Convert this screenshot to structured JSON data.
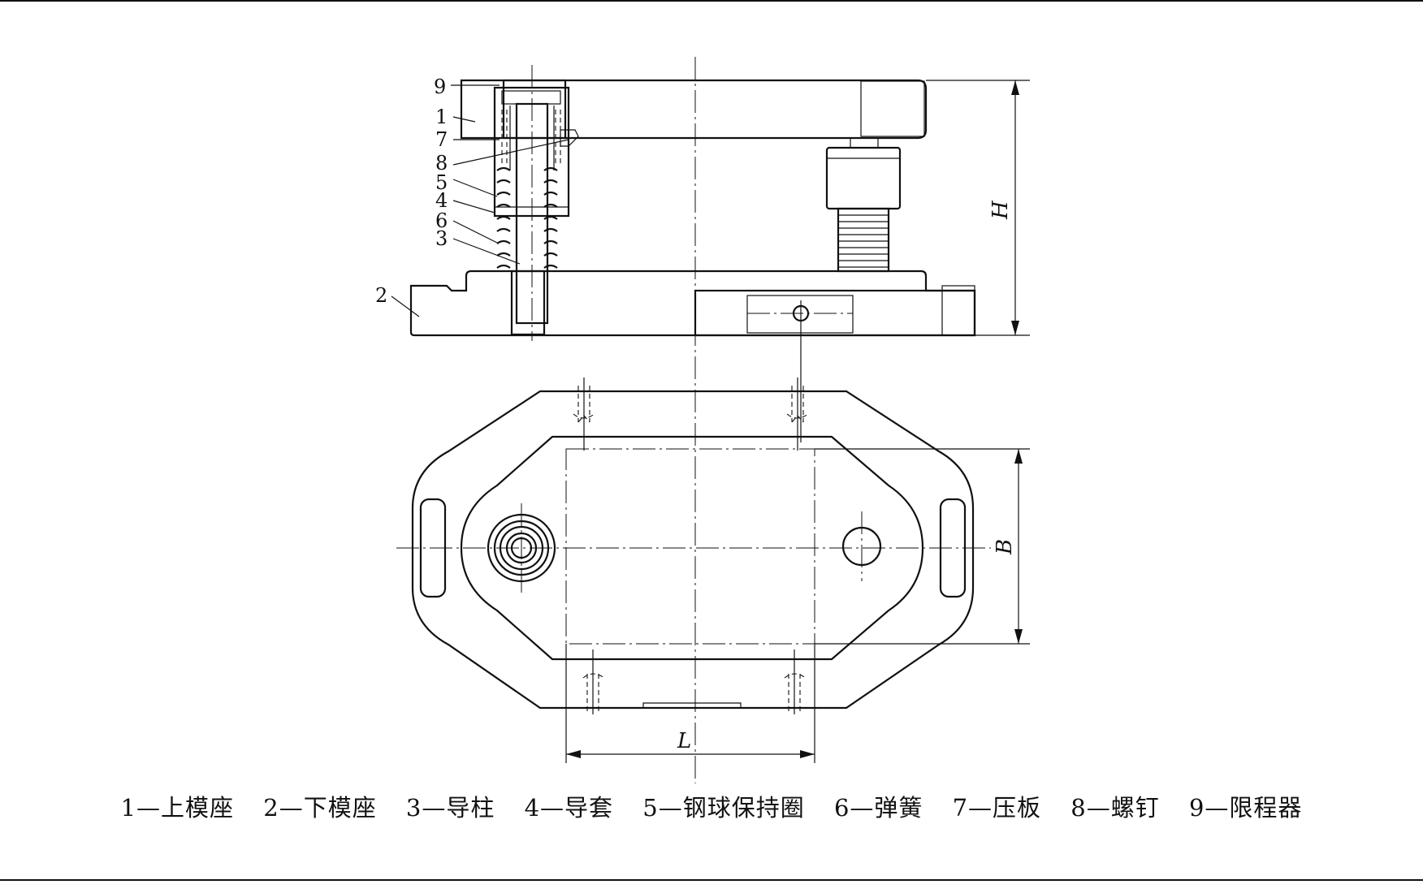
{
  "part_labels": [
    "9",
    "1",
    "7",
    "8",
    "5",
    "4",
    "6",
    "3",
    "2"
  ],
  "dimensions": {
    "height": "H",
    "width": "B",
    "length": "L"
  },
  "legend": [
    "1—上模座",
    "2—下模座",
    "3—导柱",
    "4—导套",
    "5—钢球保持圈",
    "6—弹簧",
    "7—压板",
    "8—螺钉",
    "9—限程器"
  ]
}
